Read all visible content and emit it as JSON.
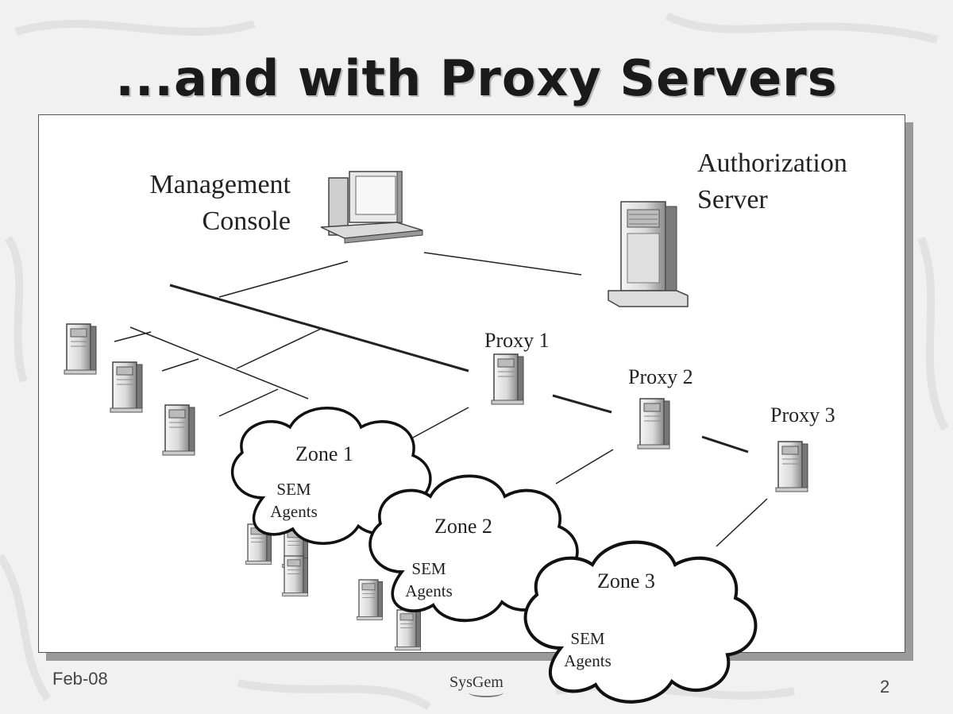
{
  "title": "...and with Proxy Servers",
  "labels": {
    "management_console": [
      "Management",
      "Console"
    ],
    "authorization_server": [
      "Authorization",
      "Server"
    ],
    "proxy1": "Proxy 1",
    "proxy2": "Proxy 2",
    "proxy3": "Proxy 3",
    "zone1": "Zone 1",
    "zone2": "Zone 2",
    "zone3": "Zone 3",
    "agents_line1": "SEM",
    "agents_line2": "Agents"
  },
  "footer": {
    "date": "Feb-08",
    "logo": "SysGem",
    "page": "2"
  },
  "icons": [
    "desktop-computer-icon",
    "tower-server-icon",
    "cloud-icon"
  ],
  "colors": {
    "background": "#f1f1f1",
    "frame": "#ffffff",
    "line": "#222222"
  }
}
